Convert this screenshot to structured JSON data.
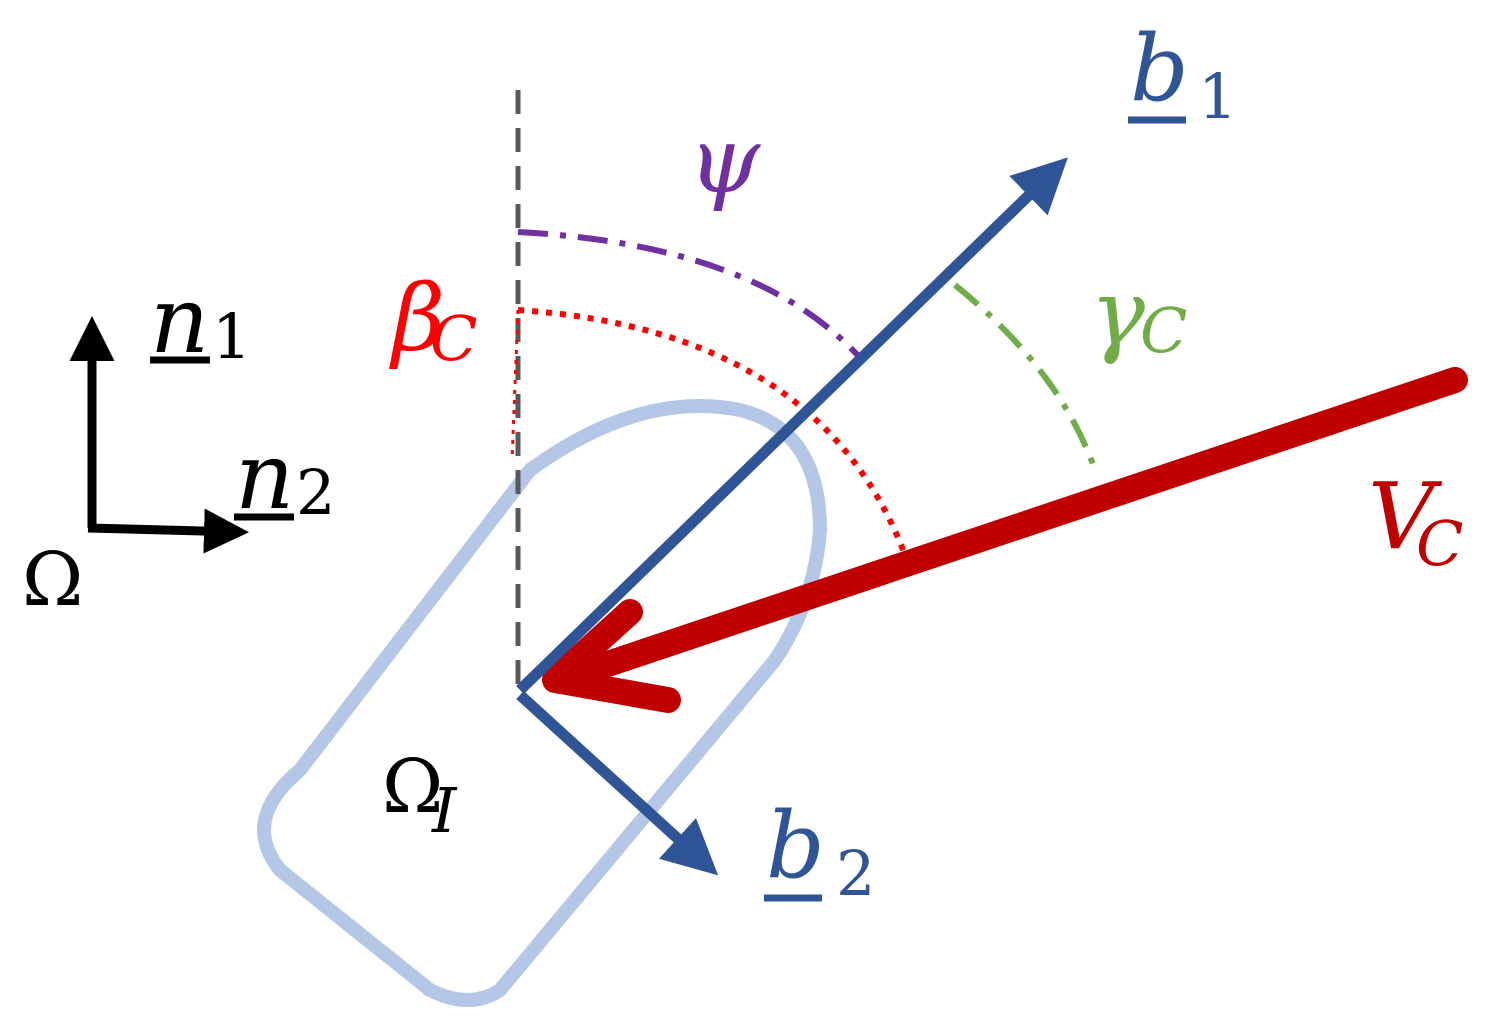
{
  "labels": {
    "b1": {
      "main": "b",
      "sub": "1"
    },
    "b2": {
      "main": "b",
      "sub": "2"
    },
    "n1": {
      "main": "n",
      "sub": "1"
    },
    "n2": {
      "main": "n",
      "sub": "2"
    },
    "psi": "ψ",
    "beta_c": {
      "main": "β",
      "sub": "C"
    },
    "gamma_c": {
      "main": "γ",
      "sub": "C"
    },
    "v_c": {
      "main": "V",
      "sub": "C"
    },
    "omega": "Ω",
    "omega_i": {
      "main": "Ω",
      "sub": "I"
    }
  },
  "colors": {
    "body_axis": "#2f5597",
    "current": "#c00000",
    "psi_arc": "#7030a0",
    "beta_arc": "#ff0000",
    "gamma_arc": "#70ad47",
    "hull": "#b4c7e7",
    "inertial": "#000000",
    "reference_line": "#595959"
  }
}
